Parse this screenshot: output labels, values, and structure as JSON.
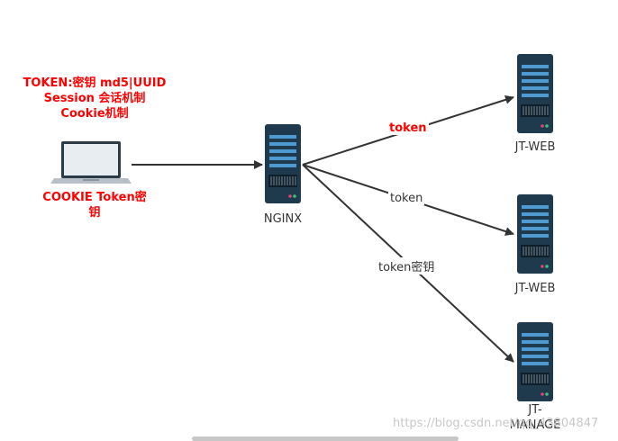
{
  "notes": {
    "top_lines": [
      "TOKEN:密钥 md5|UUID",
      "Session 会话机制",
      "Cookie机制"
    ],
    "bottom_lines": [
      "COOKIE Token密",
      "钥"
    ]
  },
  "nodes": {
    "nginx": "NGINX",
    "web1": "JT-WEB",
    "web2": "JT-WEB",
    "manage_lines": [
      "JT-",
      "MANAGE"
    ]
  },
  "edges": {
    "to_web1": "token",
    "to_web2": "token",
    "to_manage": "token密钥"
  },
  "watermark": "https://blog.csdn.net/qq_43804847",
  "colors": {
    "note_red": "#ff0000",
    "server_body": "#1f3a4d",
    "server_bar": "#4f9bd1",
    "arrow": "#333333"
  }
}
